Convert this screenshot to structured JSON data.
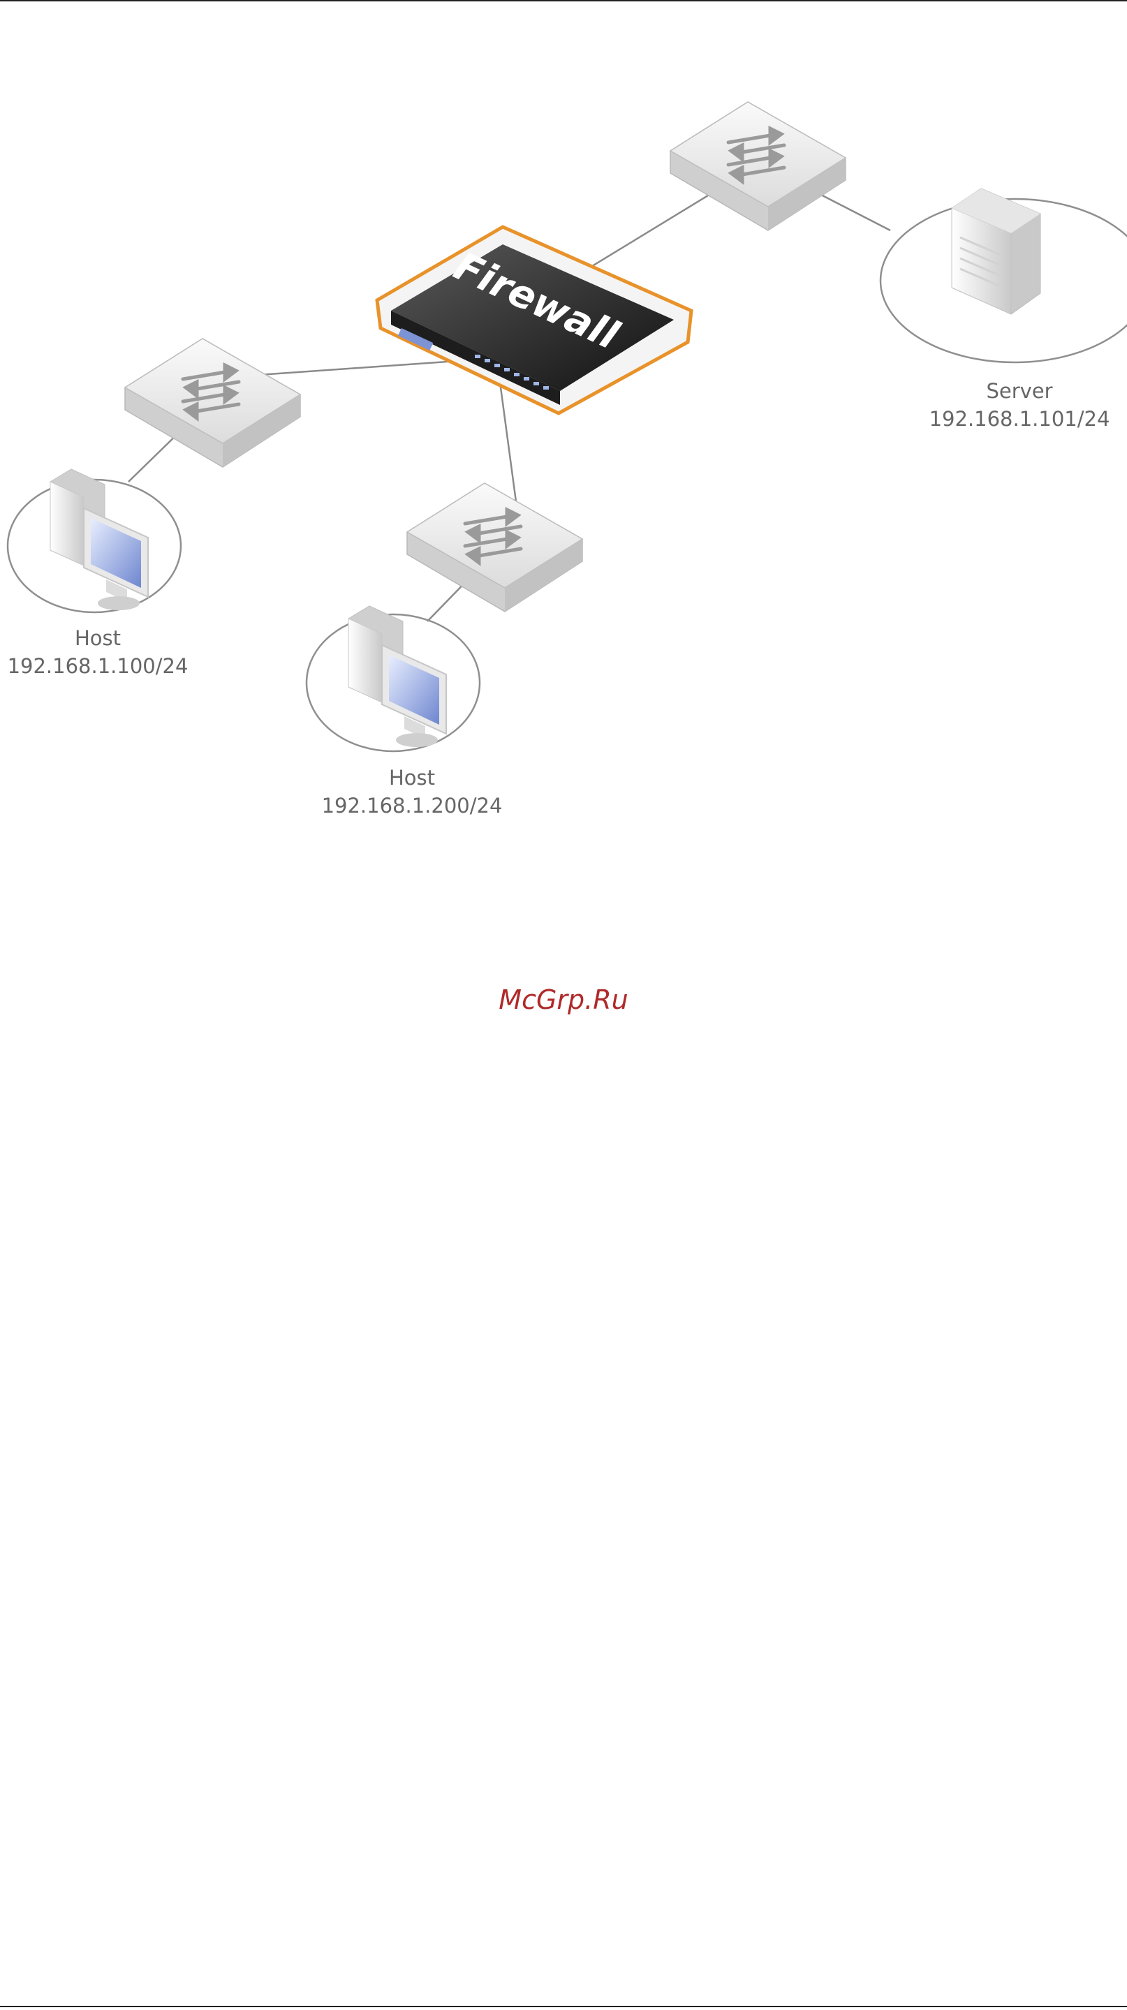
{
  "firewall": {
    "label": "Firewall"
  },
  "nodes": {
    "server": {
      "type": "Server",
      "ip": "192.168.1.101/24"
    },
    "host_left": {
      "type": "Host",
      "ip": "192.168.1.100/24"
    },
    "host_center": {
      "type": "Host",
      "ip": "192.168.1.200/24"
    }
  },
  "watermark": "McGrp.Ru",
  "colors": {
    "firewall_outline": "#E8922A",
    "line": "#888888",
    "watermark": "#B02A2A"
  }
}
